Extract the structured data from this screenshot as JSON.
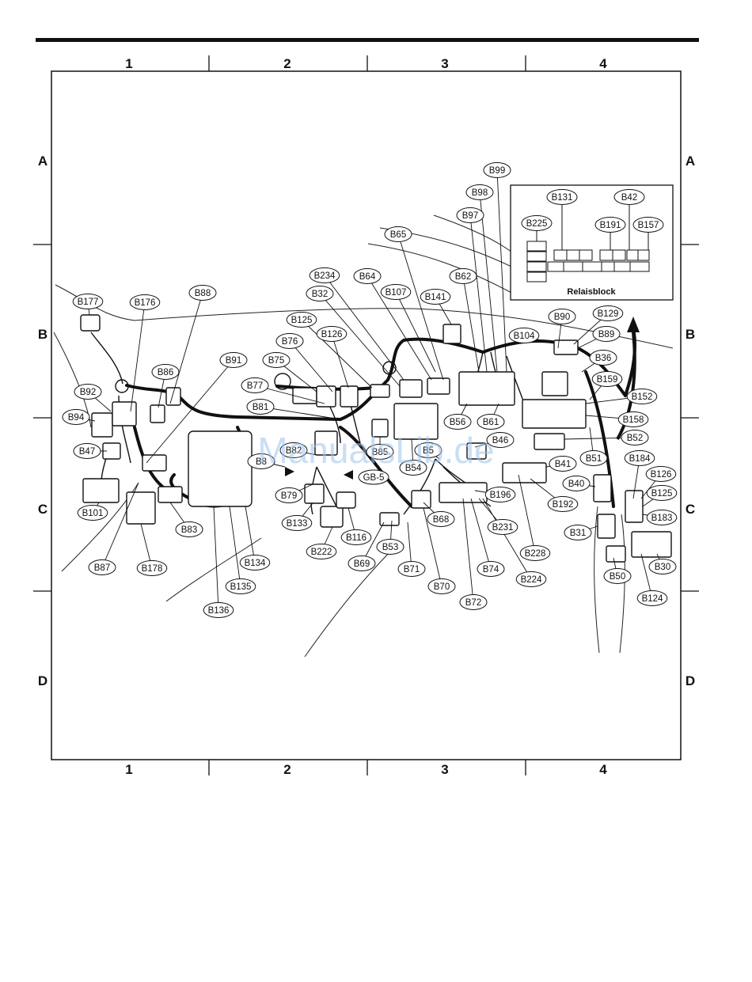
{
  "grid": {
    "columns": [
      "1",
      "2",
      "3",
      "4"
    ],
    "rows": [
      "A",
      "B",
      "C",
      "D"
    ]
  },
  "relay_block": {
    "title": "Relaisblock",
    "labels": [
      "B225",
      "B131",
      "B42",
      "B191",
      "B157"
    ]
  },
  "ground": "GB-5",
  "watermark": "ManualsLib.de",
  "connectors": [
    "B99",
    "B98",
    "B97",
    "B65",
    "B62",
    "B64",
    "B234",
    "B32",
    "B107",
    "B141",
    "B177",
    "B176",
    "B88",
    "B125",
    "B126",
    "B76",
    "B75",
    "B91",
    "B86",
    "B77",
    "B81",
    "B92",
    "B94",
    "B47",
    "B101",
    "B87",
    "B178",
    "B83",
    "B136",
    "B135",
    "B134",
    "B82",
    "B8",
    "B79",
    "B133",
    "B222",
    "B116",
    "B85",
    "B69",
    "B53",
    "B54",
    "B5",
    "B56",
    "B61",
    "B46",
    "B71",
    "B70",
    "B68",
    "B72",
    "B74",
    "B196",
    "B231",
    "B224",
    "B228",
    "B192",
    "B41",
    "B104",
    "B90",
    "B129",
    "B89",
    "B36",
    "B159",
    "B152",
    "B158",
    "B52",
    "B51",
    "B184",
    "B40",
    "B126",
    "B125",
    "B183",
    "B31",
    "B50",
    "B30",
    "B124"
  ]
}
